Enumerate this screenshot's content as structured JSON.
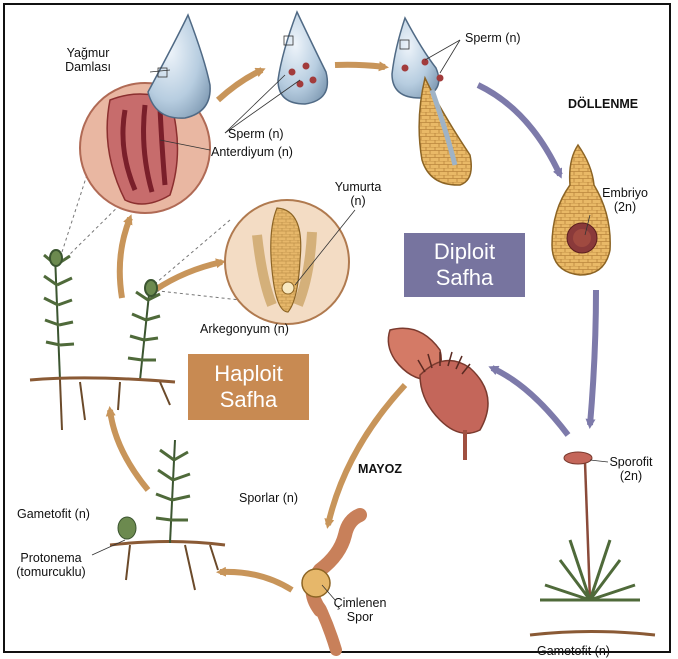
{
  "colors": {
    "brown_arrow": "#c8955a",
    "purple_arrow": "#7d7aaa",
    "diploid_box": "#77749f",
    "haploid_box": "#c88a52",
    "drop": "#b7cde0",
    "cell_fill": "#e9b967",
    "moss_green": "#4f6a3a",
    "antheridium_bg": "#e9b7a2",
    "capsule": "#c4665a"
  },
  "labels": {
    "yagmur_1": "Yağmur",
    "yagmur_2": "Damlası",
    "sperm_left": "Sperm (n)",
    "sperm_top": "Sperm (n)",
    "anterdiyum": "Anterdiyum (n)",
    "dollenme": "DÖLLENME",
    "yumurta_1": "Yumurta",
    "yumurta_2": "(n)",
    "embriyo_1": "Embriyo",
    "embriyo_2": "(2n)",
    "arkegonyum": "Arkegonyum (n)",
    "mayoz": "MAYOZ",
    "sporofit_1": "Sporofit",
    "sporofit_2": "(2n)",
    "sporlar": "Sporlar (n)",
    "gametofit_left": "Gametofit (n)",
    "protonema_1": "Protonema",
    "protonema_2": "(tomurcuklu)",
    "cimlenen_1": "Çimlenen",
    "cimlenen_2": "Spor",
    "gametofit_bottom": "Gametofit (n)"
  },
  "phases": {
    "diploit_1": "Diploit",
    "diploit_2": "Safha",
    "haploit_1": "Haploit",
    "haploit_2": "Safha"
  }
}
